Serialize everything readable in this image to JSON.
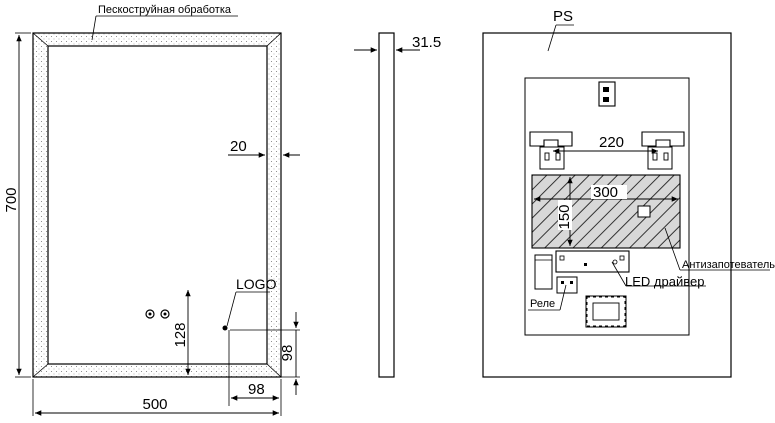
{
  "labels": {
    "sandblast": "Пескоструйная обработка",
    "logo": "LOGO",
    "ps": "PS",
    "relay": "Реле",
    "led_driver": "LED драйвер",
    "anti_fog": "Антизапотеватель"
  },
  "dimensions": {
    "height": "700",
    "width": "500",
    "border": "20",
    "depth": "31.5",
    "logo_height": "128",
    "logo_right": "98",
    "logo_bottom": "98",
    "mount_spacing": "220",
    "heater_width": "300",
    "heater_height": "150"
  }
}
